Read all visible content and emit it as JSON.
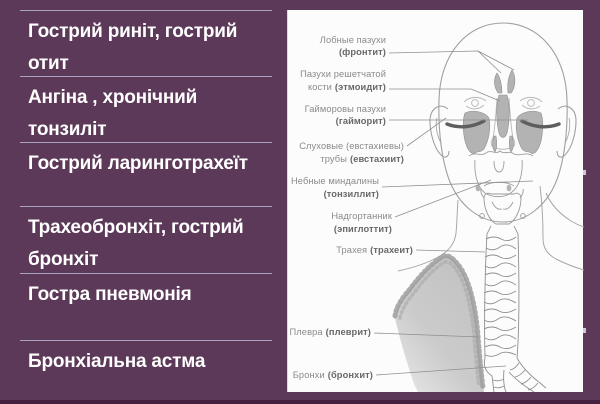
{
  "slide": {
    "items": [
      {
        "label": "Гострий риніт, гострий отит"
      },
      {
        "label": "Ангіна , хронічний тонзиліт"
      },
      {
        "label": "Гострий ларинготрахеїт"
      },
      {
        "label": "Трахеобронхіт, гострий бронхіт"
      },
      {
        "label": "Гостра пневмонія"
      },
      {
        "label": "Бронхіальна астма"
      }
    ],
    "colors": {
      "background": "#5c3958",
      "divider": "#a8a2c3",
      "list_text": "#ffffff",
      "panel_background": "#fcfcfc",
      "diagram_stroke": "#a0a0a0",
      "sinus_fill": "#b3b3b3",
      "label_text": "#8a8a8a",
      "label_bold_text": "#686868",
      "lung_fill": "#c8c8c8",
      "bottom_edge": "#44203f"
    }
  },
  "diagram": {
    "labels": [
      {
        "lines": [
          {
            "r": "Лобные пазухи",
            "b": ""
          },
          {
            "r": "",
            "b": "(фронтит)"
          }
        ]
      },
      {
        "lines": [
          {
            "r": "Пазухи решетчатой",
            "b": ""
          },
          {
            "r": "кости",
            "b": "(этмоидит)"
          }
        ]
      },
      {
        "lines": [
          {
            "r": "Гайморовы пазухи",
            "b": ""
          },
          {
            "r": "",
            "b": "(гайморит)"
          }
        ]
      },
      {
        "lines": [
          {
            "r": "Слуховые (евстахиевы)",
            "b": ""
          },
          {
            "r": "трубы",
            "b": "(евстахиит)"
          }
        ]
      },
      {
        "lines": [
          {
            "r": "Небные миндалины",
            "b": ""
          },
          {
            "r": "",
            "b": "(тонзиллит)"
          }
        ]
      },
      {
        "lines": [
          {
            "r": "Надгортанник",
            "b": ""
          },
          {
            "r": "",
            "b": "(эпиглоттит)"
          }
        ]
      },
      {
        "lines": [
          {
            "r": "Трахея",
            "b": "(трахеит)"
          }
        ]
      },
      {
        "lines": [
          {
            "r": "Плевра",
            "b": "(плеврит)"
          }
        ]
      },
      {
        "lines": [
          {
            "r": "Бронхи",
            "b": "(бронхит)"
          }
        ]
      }
    ]
  }
}
